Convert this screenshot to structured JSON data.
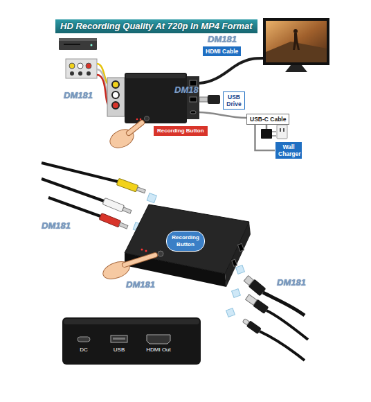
{
  "diagram": {
    "title": "HD Recording Quality At 720p In MP4 Format",
    "nodes": [
      {
        "text": [
          "HDMI Cable"
        ]
      },
      {
        "text": [
          "USB Drive"
        ]
      },
      {
        "text": [
          "USB-C Cable"
        ]
      },
      {
        "text": [
          "Recording Button"
        ]
      },
      {
        "text": [
          "Wall Charger"
        ]
      },
      {
        "text": [
          "Recording Button"
        ]
      }
    ],
    "edges": [
      {
        "from": 2,
        "to": 4,
        "arrow": "none"
      }
    ],
    "labels": [
      "DM181",
      "DM181",
      "DM18",
      "DM181",
      "DM181",
      "DM181",
      "DC",
      "USB",
      "HDMI Out"
    ]
  }
}
